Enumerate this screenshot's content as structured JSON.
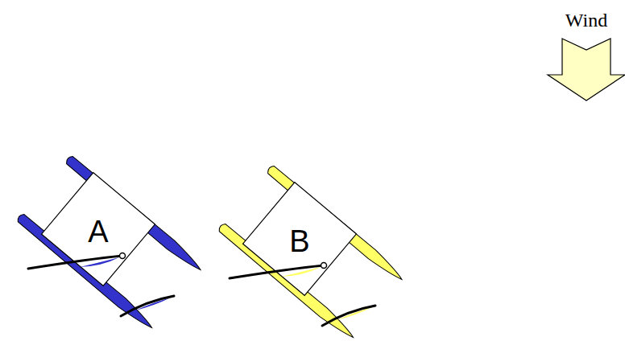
{
  "diagram": {
    "nodes": [
      {
        "text": [
          "A"
        ]
      },
      {
        "text": [
          "B"
        ]
      }
    ],
    "labels": [
      "Wind"
    ]
  }
}
